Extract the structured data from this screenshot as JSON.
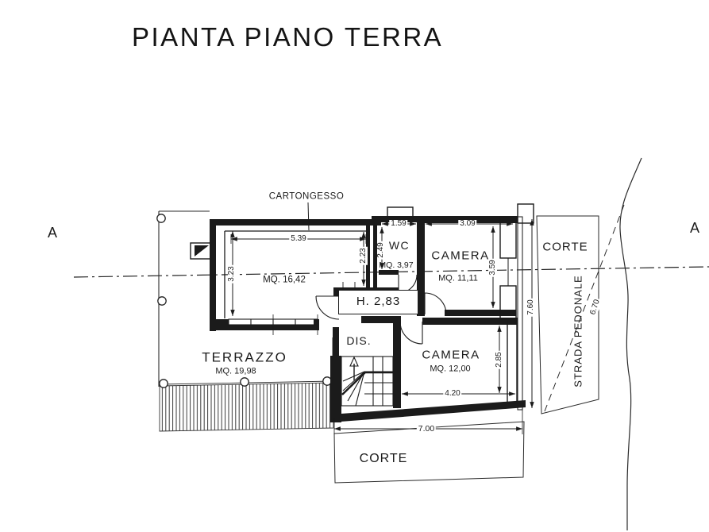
{
  "labels": {
    "title": "PIANTA PIANO TERRA",
    "cartongesso": "CARTONGESSO",
    "section_a_left": "A",
    "section_a_right": "A",
    "living_area": "MQ. 16,42",
    "wc_name": "WC",
    "wc_area": "MQ. 3,97",
    "camera1_name": "CAMERA",
    "camera1_area": "MQ. 11,11",
    "hall_height": "H. 2,83",
    "dis_name": "DIS.",
    "camera2_name": "CAMERA",
    "camera2_area": "MQ. 12,00",
    "terrazzo_name": "TERRAZZO",
    "terrazzo_area": "MQ. 19,98",
    "corte_right": "CORTE",
    "corte_bottom": "CORTE",
    "strada_pedonale": "STRADA PEDONALE"
  },
  "dimensions": {
    "living_width": "5.39",
    "living_height_left": "3.23",
    "living_height_right": "2.23",
    "wc_width": "1.59",
    "wc_height": "2.49",
    "camera1_width": "3.09",
    "camera1_height": "3.59",
    "camera2_width": "4.20",
    "camera2_height": "2.85",
    "east_boundary": "7.60",
    "path_boundary": "6.70",
    "south_boundary": "7.00"
  },
  "colors": {
    "ink": "#1b1b1b",
    "paper": "#ffffff"
  }
}
